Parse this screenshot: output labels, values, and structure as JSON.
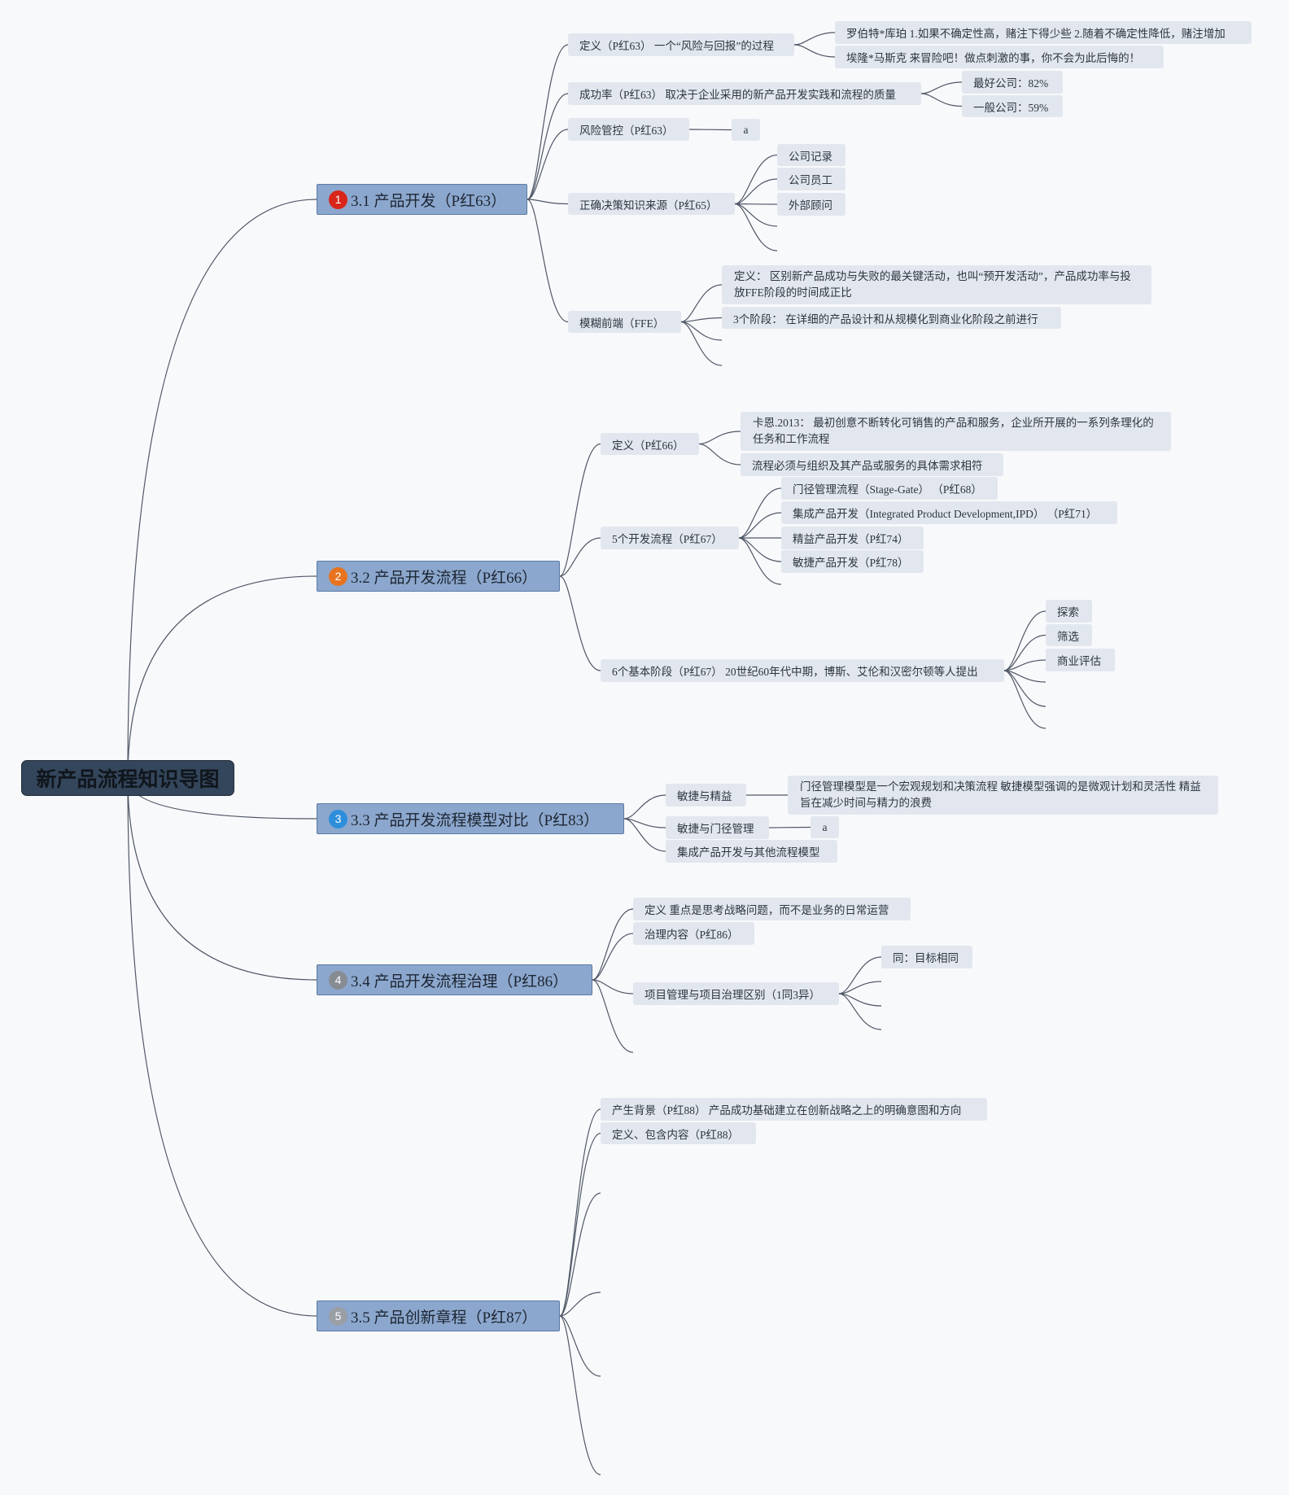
{
  "theme": {
    "canvas": "#f8f9fb",
    "central_fill": "#34465b",
    "main_fill": "#8ca7cd",
    "sub_fill": "#e2e7ef",
    "line": "#4f5866"
  },
  "root": {
    "title": "新产品流程知识导图"
  },
  "topics": [
    {
      "marker": "1",
      "marker_color": "#d8261b",
      "label": "3.1 产品开发（P红63）",
      "children": [
        {
          "label": "定义（P红63） 一个“风险与回报”的过程",
          "children": [
            {
              "label": "罗伯特*库珀 1.如果不确定性高，赌注下得少些 2.随着不确定性降低，赌注增加"
            },
            {
              "label": "埃隆*马斯克 来冒险吧！做点刺激的事，你不会为此后悔的！"
            }
          ]
        },
        {
          "label": "成功率（P红63） 取决于企业采用的新产品开发实践和流程的质量",
          "children": [
            {
              "label": "最好公司：82%"
            },
            {
              "label": "一般公司：59%"
            }
          ]
        },
        {
          "label": "风险管控（P红63）",
          "children": [
            {
              "label": "a"
            }
          ]
        },
        {
          "label": "正确决策知识来源（P红65）",
          "children": [
            {
              "label": "公司记录"
            },
            {
              "label": "公司员工"
            },
            {
              "label": "外部顾问"
            }
          ]
        },
        {
          "label": "模糊前端（FFE）",
          "children": [
            {
              "label": "定义： 区别新产品成功与失败的最关键活动，也叫“预开发活动”，产品成功率与投放FFE阶段的时间成正比"
            },
            {
              "label": "3个阶段： 在详细的产品设计和从规模化到商业化阶段之前进行"
            }
          ]
        }
      ]
    },
    {
      "marker": "2",
      "marker_color": "#e8731f",
      "label": "3.2 产品开发流程（P红66）",
      "children": [
        {
          "label": "定义（P红66）",
          "children": [
            {
              "label": "卡恩.2013： 最初创意不断转化可销售的产品和服务，企业所开展的一系列条理化的任务和工作流程"
            },
            {
              "label": "流程必须与组织及其产品或服务的具体需求相符"
            }
          ]
        },
        {
          "label": "5个开发流程（P红67）",
          "children": [
            {
              "label": "门径管理流程（Stage-Gate） （P红68）"
            },
            {
              "label": "集成产品开发（Integrated Product Development,IPD） （P红71）"
            },
            {
              "label": "精益产品开发（P红74）"
            },
            {
              "label": "敏捷产品开发（P红78）"
            }
          ]
        },
        {
          "label": "6个基本阶段（P红67） 20世纪60年代中期，博斯、艾伦和汉密尔顿等人提出",
          "children": [
            {
              "label": "探索"
            },
            {
              "label": "筛选"
            },
            {
              "label": "商业评估"
            }
          ]
        }
      ]
    },
    {
      "marker": "3",
      "marker_color": "#2d8fdc",
      "label": "3.3 产品开发流程模型对比（P红83）",
      "children": [
        {
          "label": "敏捷与精益",
          "children": [
            {
              "label": "门径管理模型是一个宏观规划和决策流程 敏捷模型强调的是微观计划和灵活性 精益旨在减少时间与精力的浪费"
            }
          ]
        },
        {
          "label": "敏捷与门径管理",
          "children": [
            {
              "label": "a"
            }
          ]
        },
        {
          "label": "集成产品开发与其他流程模型"
        }
      ]
    },
    {
      "marker": "4",
      "marker_color": "#878c93",
      "label": "3.4 产品开发流程治理（P红86）",
      "children": [
        {
          "label": "定义 重点是思考战略问题，而不是业务的日常运营"
        },
        {
          "label": "治理内容（P红86）"
        },
        {
          "label": "项目管理与项目治理区别（1同3异）",
          "children": [
            {
              "label": "同：目标相同"
            }
          ]
        }
      ]
    },
    {
      "marker": "5",
      "marker_color": "#9a9ea5",
      "label": "3.5 产品创新章程（P红87）",
      "children": [
        {
          "label": "产生背景（P红88） 产品成功基础建立在创新战略之上的明确意图和方向"
        },
        {
          "label": "定义、包含内容（P红88）"
        }
      ]
    }
  ]
}
